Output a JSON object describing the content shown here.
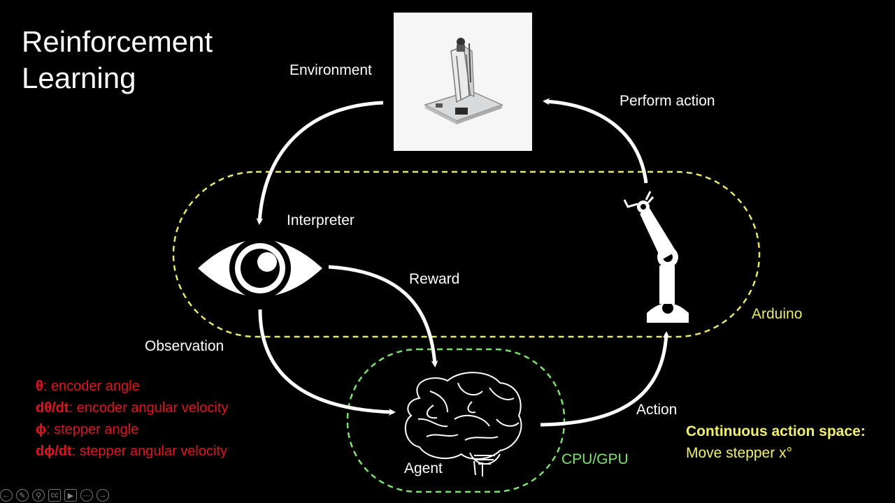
{
  "title_line1": "Reinforcement",
  "title_line2": "Learning",
  "labels": {
    "environment": "Environment",
    "perform_action": "Perform action",
    "interpreter": "Interpreter",
    "reward": "Reward",
    "observation": "Observation",
    "agent": "Agent",
    "action": "Action",
    "arduino": "Arduino",
    "cpu_gpu": "CPU/GPU"
  },
  "legend": [
    {
      "symbol": "θ",
      "text": ": encoder angle"
    },
    {
      "symbol": "dθ/dt",
      "text": ": encoder angular velocity"
    },
    {
      "symbol": "ϕ",
      "text": ": stepper angle"
    },
    {
      "symbol": "dϕ/dt",
      "text": ": stepper angular velocity"
    }
  ],
  "action_space": {
    "heading": "Continuous action space:",
    "detail": "Move stepper x°"
  },
  "colors": {
    "arduino_region": "#e8e86a",
    "cpu_gpu_region": "#7ce36e",
    "legend_text": "#e0141e",
    "action_space_text": "#f1f06b",
    "arrows": "#ffffff"
  },
  "icons": [
    "pendulum-rig-image",
    "eye-icon",
    "brain-icon",
    "robot-arm-icon"
  ],
  "toolbar": [
    "prev-icon",
    "pen-icon",
    "zoom-icon",
    "captions-icon",
    "video-icon",
    "more-icon",
    "next-icon"
  ]
}
